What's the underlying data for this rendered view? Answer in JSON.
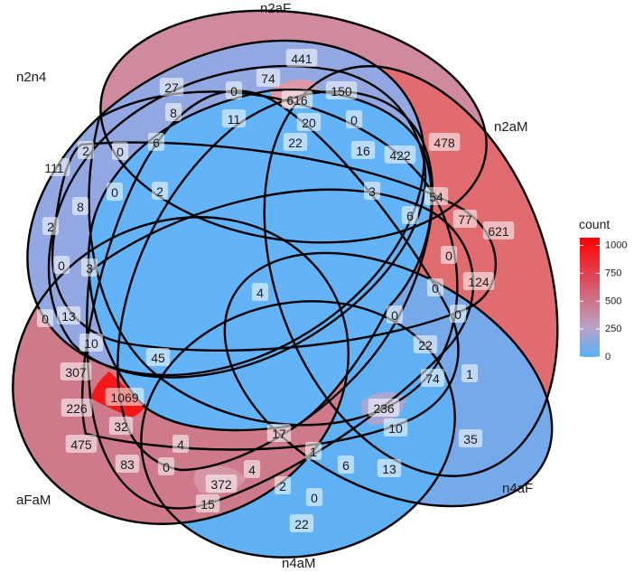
{
  "sets": [
    {
      "name": "n2aF"
    },
    {
      "name": "n2aM"
    },
    {
      "name": "n4aF"
    },
    {
      "name": "n4aM"
    },
    {
      "name": "aFaM"
    },
    {
      "name": "n2n4"
    }
  ],
  "regions": [
    {
      "count": "441"
    },
    {
      "count": "74"
    },
    {
      "count": "0"
    },
    {
      "count": "27"
    },
    {
      "count": "616"
    },
    {
      "count": "150"
    },
    {
      "count": "8"
    },
    {
      "count": "11"
    },
    {
      "count": "20"
    },
    {
      "count": "0"
    },
    {
      "count": "6"
    },
    {
      "count": "22"
    },
    {
      "count": "16"
    },
    {
      "count": "478"
    },
    {
      "count": "422"
    },
    {
      "count": "2"
    },
    {
      "count": "0"
    },
    {
      "count": "111"
    },
    {
      "count": "8"
    },
    {
      "count": "0"
    },
    {
      "count": "2"
    },
    {
      "count": "3"
    },
    {
      "count": "54"
    },
    {
      "count": "77"
    },
    {
      "count": "6"
    },
    {
      "count": "621"
    },
    {
      "count": "2"
    },
    {
      "count": "0"
    },
    {
      "count": "3"
    },
    {
      "count": "4"
    },
    {
      "count": "0"
    },
    {
      "count": "124"
    },
    {
      "count": "0"
    },
    {
      "count": "0"
    },
    {
      "count": "0"
    },
    {
      "count": "13"
    },
    {
      "count": "0"
    },
    {
      "count": "10"
    },
    {
      "count": "45"
    },
    {
      "count": "22"
    },
    {
      "count": "307"
    },
    {
      "count": "74"
    },
    {
      "count": "1"
    },
    {
      "count": "1069"
    },
    {
      "count": "226"
    },
    {
      "count": "236"
    },
    {
      "count": "32"
    },
    {
      "count": "10"
    },
    {
      "count": "17"
    },
    {
      "count": "475"
    },
    {
      "count": "35"
    },
    {
      "count": "4"
    },
    {
      "count": "1"
    },
    {
      "count": "83"
    },
    {
      "count": "0"
    },
    {
      "count": "6"
    },
    {
      "count": "13"
    },
    {
      "count": "372"
    },
    {
      "count": "4"
    },
    {
      "count": "2"
    },
    {
      "count": "15"
    },
    {
      "count": "0"
    },
    {
      "count": "22"
    }
  ],
  "legend": {
    "title": "count",
    "ticks": [
      "1000",
      "750",
      "500",
      "250",
      "0"
    ],
    "colors": {
      "low": "#56B1F7",
      "mid": "#BBA2C6",
      "high": "#FF0000"
    }
  },
  "colors": {
    "n2aF_fill": "#D08A9E",
    "n2aM_fill": "#E06C70",
    "n4aF_fill": "#76A9EA",
    "n4aM_fill": "#5FB1F4",
    "aFaM_fill": "#CE7A8A",
    "n2n4_fill": "#93A8E2",
    "inner_fill": "#62B3F8",
    "highlight_616": "#DD9AA6",
    "highlight_1069": "#F61818",
    "highlight_372": "#D596A5",
    "highlight_236": "#A9A6D3"
  }
}
